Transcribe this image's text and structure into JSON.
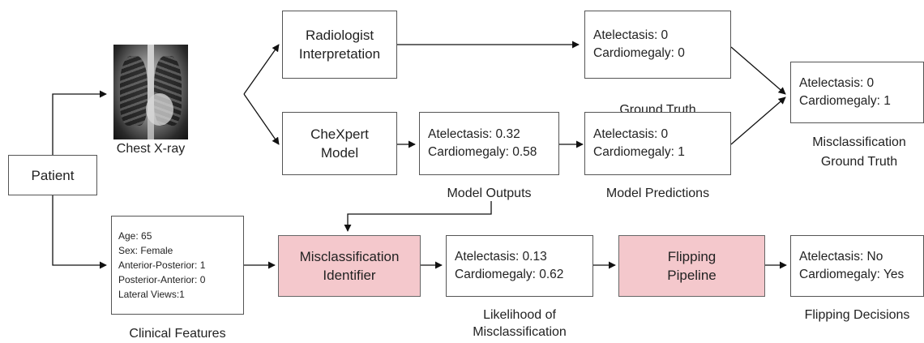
{
  "patient": "Patient",
  "chest_xray": "Chest X-ray",
  "radiologist": {
    "line1": "Radiologist",
    "line2": "Interpretation"
  },
  "radiologist_labels": {
    "atelectasis": "Atelectasis: 0",
    "cardiomegaly": "Cardiomegaly: 0"
  },
  "ground_truth_caption": "Ground Truth",
  "chexpert": {
    "line1": "CheXpert",
    "line2": "Model"
  },
  "model_outputs": {
    "atelectasis": "Atelectasis: 0.32",
    "cardiomegaly": "Cardiomegaly: 0.58"
  },
  "model_outputs_caption": "Model Outputs",
  "model_predictions": {
    "atelectasis": "Atelectasis: 0",
    "cardiomegaly": "Cardiomegaly: 1"
  },
  "model_predictions_caption": "Model Predictions",
  "misclass_gt": {
    "atelectasis": "Atelectasis: 0",
    "cardiomegaly": "Cardiomegaly: 1"
  },
  "misclass_gt_caption": {
    "line1": "Misclassification",
    "line2": "Ground Truth"
  },
  "clinical": {
    "age": "Age: 65",
    "sex": "Sex: Female",
    "ap": "Anterior-Posterior: 1",
    "pa": "Posterior-Anterior: 0",
    "lateral": "Lateral Views:1"
  },
  "clinical_caption": "Clinical Features",
  "identifier": {
    "line1": "Misclassification",
    "line2": "Identifier"
  },
  "likelihood": {
    "atelectasis": "Atelectasis: 0.13",
    "cardiomegaly": "Cardiomegaly: 0.62"
  },
  "likelihood_caption": {
    "line1": "Likelihood of",
    "line2": "Misclassification"
  },
  "flipping": {
    "line1": "Flipping",
    "line2": "Pipeline"
  },
  "decisions": {
    "atelectasis": "Atelectasis: No",
    "cardiomegaly": "Cardiomegaly: Yes"
  },
  "decisions_caption": "Flipping Decisions",
  "colors": {
    "process_fill": "#f4c8cc",
    "border": "#555555",
    "arrow": "#111111"
  }
}
